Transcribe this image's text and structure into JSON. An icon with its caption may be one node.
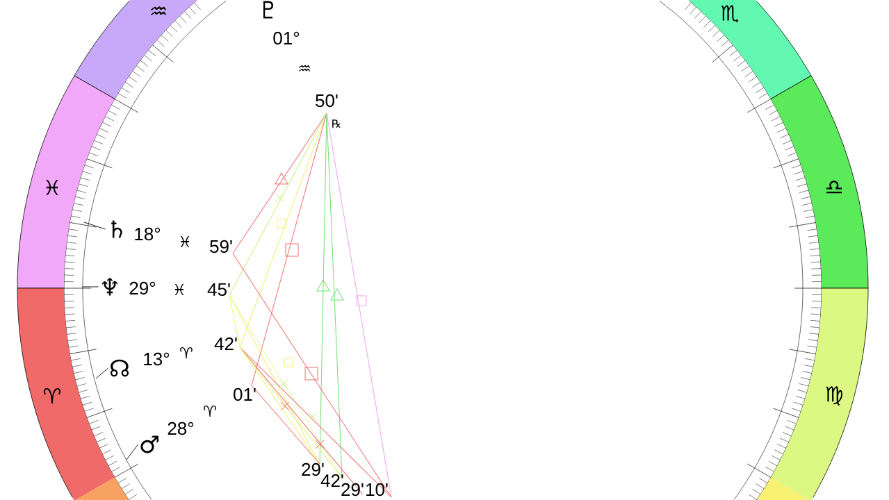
{
  "diagram": {
    "nodes": [
      {
        "text": [
          "♒"
        ]
      },
      {
        "text": [
          "♓"
        ]
      },
      {
        "text": [
          "♈"
        ]
      },
      {
        "text": [
          "♏"
        ]
      },
      {
        "text": [
          "♎"
        ]
      },
      {
        "text": [
          "♍"
        ]
      },
      {
        "text": [
          "♄"
        ]
      },
      {
        "text": [
          "♆"
        ]
      },
      {
        "text": [
          "☊"
        ]
      },
      {
        "text": [
          "♂"
        ]
      },
      {
        "text": [],
        "shape": "band"
      },
      {
        "text": [],
        "shape": "band"
      }
    ],
    "edges": [
      {
        "from": 6,
        "to": null,
        "arrow": "none"
      },
      {
        "from": 7,
        "to": null,
        "arrow": "none"
      },
      {
        "from": 8,
        "to": null,
        "arrow": "none"
      },
      {
        "from": 9,
        "to": null,
        "arrow": "none"
      }
    ],
    "labels": [
      "♇",
      "01°",
      "♒",
      "50'",
      "℞",
      "18°",
      "♓",
      "59'",
      "29°",
      "♓",
      "45'",
      "13°",
      "♈",
      "42'",
      "01'",
      "28°",
      "♈",
      "29'",
      "42'",
      "29'",
      "10'"
    ]
  }
}
